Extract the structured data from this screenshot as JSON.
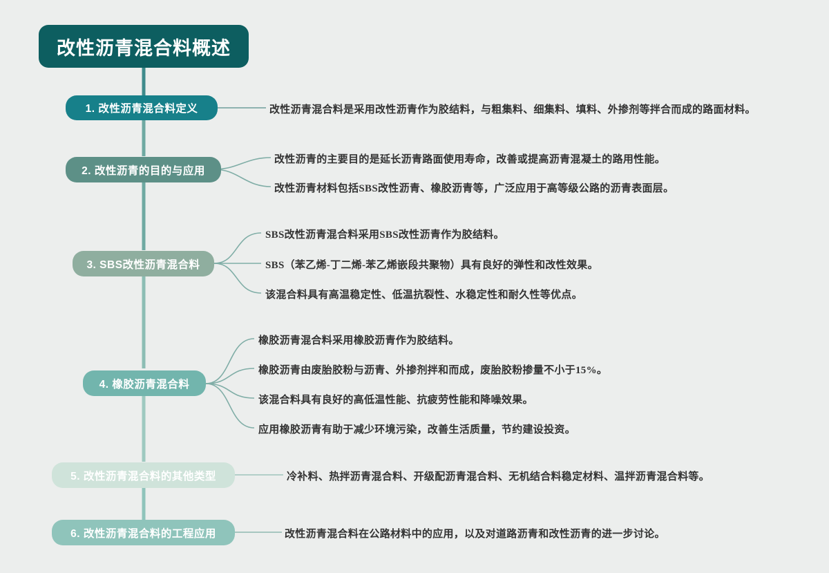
{
  "page": {
    "background_color": "#eceeed",
    "title_text": "改性沥青混合料概述"
  },
  "colors": {
    "root_fill": "#0d5e60",
    "branch_1_fill": "#17808a",
    "branch_2_fill": "#5d9087",
    "branch_3_fill": "#8fae9f",
    "branch_4_fill": "#72b5ad",
    "branch_5_fill": "#cfe3da",
    "branch_6_fill": "#8fc4bb",
    "trunk_line": "#6fa9a2",
    "leaf_line": "#7fada6",
    "leaf_text": "#333333",
    "node_text": "#ffffff"
  },
  "root": {
    "label": "改性沥青混合料概述"
  },
  "branches": [
    {
      "id": "branch-1",
      "label": "1. 改性沥青混合料定义",
      "leaves": [
        "改性沥青混合料是采用改性沥青作为胶结料，与粗集料、细集料、填料、外掺剂等拌合而成的路面材料。"
      ]
    },
    {
      "id": "branch-2",
      "label": "2. 改性沥青的目的与应用",
      "leaves": [
        "改性沥青的主要目的是延长沥青路面使用寿命，改善或提高沥青混凝土的路用性能。",
        "改性沥青材料包括SBS改性沥青、橡胶沥青等，广泛应用于高等级公路的沥青表面层。"
      ]
    },
    {
      "id": "branch-3",
      "label": "3. SBS改性沥青混合料",
      "leaves": [
        "SBS改性沥青混合料采用SBS改性沥青作为胶结料。",
        "SBS（苯乙烯-丁二烯-苯乙烯嵌段共聚物）具有良好的弹性和改性效果。",
        "该混合料具有高温稳定性、低温抗裂性、水稳定性和耐久性等优点。"
      ]
    },
    {
      "id": "branch-4",
      "label": "4. 橡胶沥青混合料",
      "leaves": [
        "橡胶沥青混合料采用橡胶沥青作为胶结料。",
        "橡胶沥青由废胎胶粉与沥青、外掺剂拌和而成，废胎胶粉掺量不小于15%。",
        "该混合料具有良好的高低温性能、抗疲劳性能和降噪效果。",
        "应用橡胶沥青有助于减少环境污染，改善生活质量，节约建设投资。"
      ]
    },
    {
      "id": "branch-5",
      "label": "5. 改性沥青混合料的其他类型",
      "leaves": [
        "冷补料、热拌沥青混合料、开级配沥青混合料、无机结合料稳定材料、温拌沥青混合料等。"
      ]
    },
    {
      "id": "branch-6",
      "label": "6. 改性沥青混合料的工程应用",
      "leaves": [
        "改性沥青混合料在公路材料中的应用，以及对道路沥青和改性沥青的进一步讨论。"
      ]
    }
  ]
}
